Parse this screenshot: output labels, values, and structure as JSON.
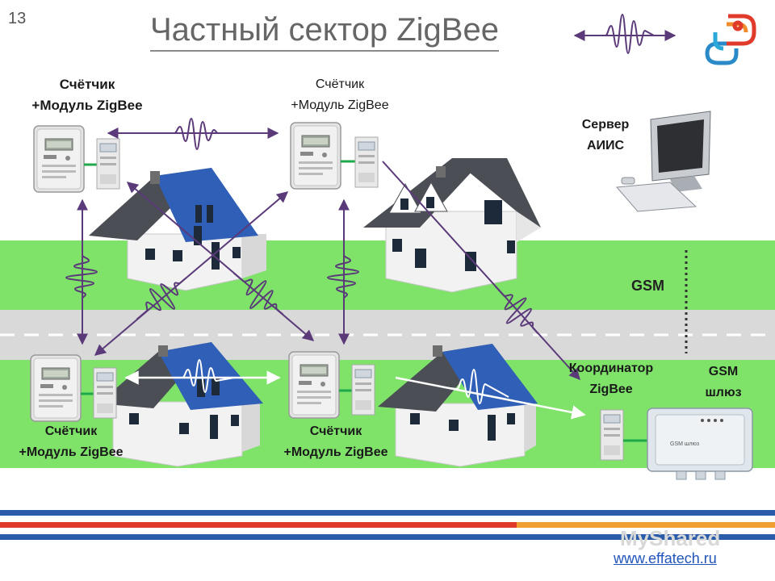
{
  "slide": {
    "number": "13",
    "title": "Частный сектор ZigBee"
  },
  "labels": {
    "meter_tl_line1": "Счётчик",
    "meter_tl_line2": "+Модуль ZigBee",
    "meter_tc_line1": "Счётчик",
    "meter_tc_line2": "+Модуль ZigBee",
    "meter_bl_line1": "Счётчик",
    "meter_bl_line2": "+Модуль ZigBee",
    "meter_bc_line1": "Счётчик",
    "meter_bc_line2": "+Модуль ZigBee",
    "server_line1": "Сервер",
    "server_line2": "АИИС",
    "coordinator_line1": "Координатор",
    "coordinator_line2": "ZigBee",
    "gateway_line1": "GSM",
    "gateway_line2": "шлюз",
    "gsm": "GSM",
    "gateway_device_text": "GSM шлюз"
  },
  "footer": {
    "url": "www.effatech.ru",
    "watermark": "MyShared"
  },
  "colors": {
    "grass": "#7fe36a",
    "road": "#d9d9d9",
    "roof_blue": "#2f5fb7",
    "roof_gray": "#4b4f55",
    "wall": "#f2f2f2",
    "stripe_blue": "#2a5caa",
    "stripe_red": "#e03a2a",
    "link_purple": "#6b3f8c",
    "link_white": "#ffffff",
    "module_green": "#1fa84a"
  },
  "icons": [
    "company-logo-icon",
    "signal-wave-icon",
    "computer-icon"
  ]
}
